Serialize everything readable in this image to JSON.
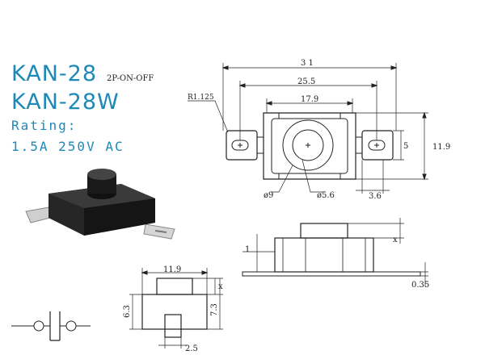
{
  "header": {
    "model_1": "KAN-28",
    "model_2": "KAN-28W",
    "type": "2P-ON-OFF",
    "rating_label": "Rating:",
    "rating_value": "1.5A  250V  AC"
  },
  "top_view": {
    "overall_width": "3 1",
    "hole_spacing": "25.5",
    "body_width": "17.9",
    "corner_radius": "R1.125",
    "height": "11.9",
    "tab_height": "5",
    "tab_width": "3.6",
    "outer_dia": "ø9",
    "button_dia": "ø5.6"
  },
  "side_view": {
    "offset": "1",
    "travel": "x",
    "thickness": "0.35"
  },
  "front_view": {
    "width": "11.9",
    "height_body": "6.3",
    "height_total": "7.3",
    "travel": "x",
    "pin_width": "2.5"
  },
  "colors": {
    "title": "#1e88b8",
    "line": "#222222",
    "body": "#1b1b1b"
  }
}
